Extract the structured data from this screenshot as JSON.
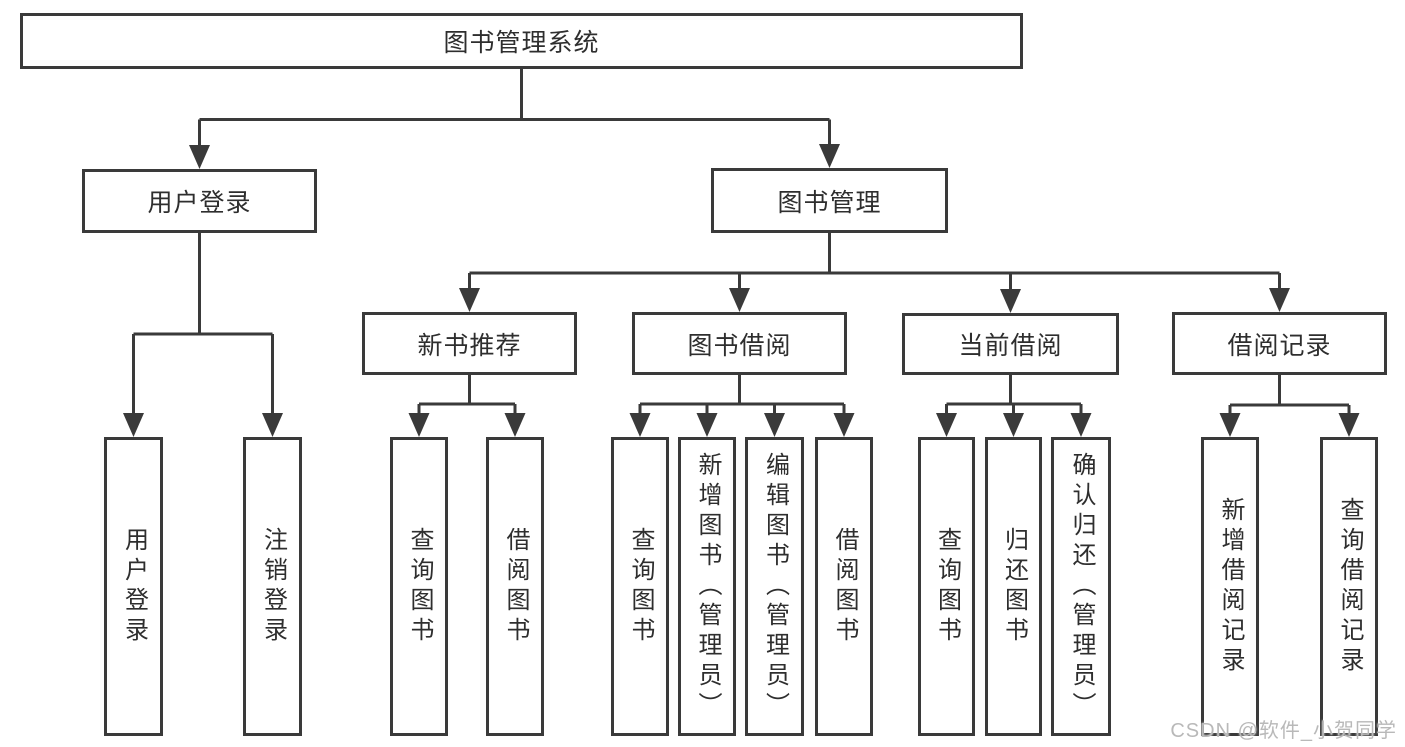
{
  "tree": {
    "root": "图书管理系统",
    "branches": [
      {
        "label": "用户登录",
        "children": [
          "用户登录",
          "注销登录"
        ]
      },
      {
        "label": "图书管理",
        "sections": [
          {
            "label": "新书推荐",
            "children": [
              "查询图书",
              "借阅图书"
            ]
          },
          {
            "label": "图书借阅",
            "children": [
              "查询图书",
              "新增图书（管理员）",
              "编辑图书（管理员）",
              "借阅图书"
            ]
          },
          {
            "label": "当前借阅",
            "children": [
              "查询图书",
              "归还图书",
              "确认归还（管理员）"
            ]
          },
          {
            "label": "借阅记录",
            "children": [
              "新增借阅记录",
              "查询借阅记录"
            ]
          }
        ]
      }
    ]
  },
  "watermark": {
    "text": "CSDN @软件_小贺同学"
  },
  "colors": {
    "line": "#3a3a3a",
    "text": "#2e2e2e",
    "watermark": "#b9b9b9",
    "background": "#ffffff"
  }
}
